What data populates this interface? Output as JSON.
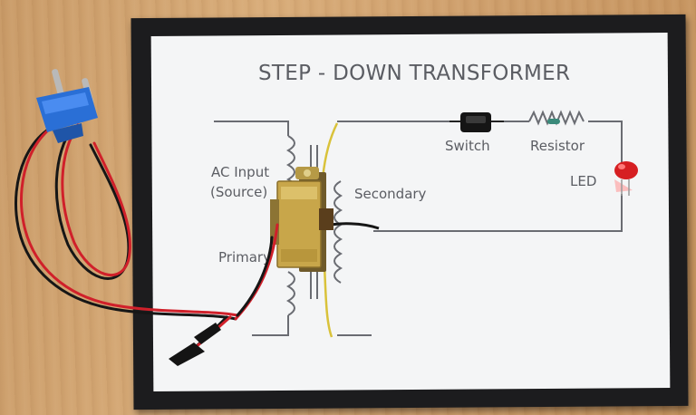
{
  "diagram": {
    "title": "STEP - DOWN TRANSFORMER",
    "labels": {
      "switch": "Switch",
      "resistor": "Resistor",
      "led": "LED",
      "ac_input_line1": "AC Input",
      "ac_input_line2": "(Source)",
      "secondary": "Secondary",
      "primary": "Primary"
    }
  },
  "colors": {
    "wood": "#d2a370",
    "board": "#1c1c1e",
    "paper": "#f4f5f6",
    "ink": "#5b5d63",
    "plug": "#2a6fd6",
    "wire_red": "#d0202a",
    "wire_black": "#161616",
    "brass": "#c8a64a",
    "led_red": "#e02828"
  }
}
